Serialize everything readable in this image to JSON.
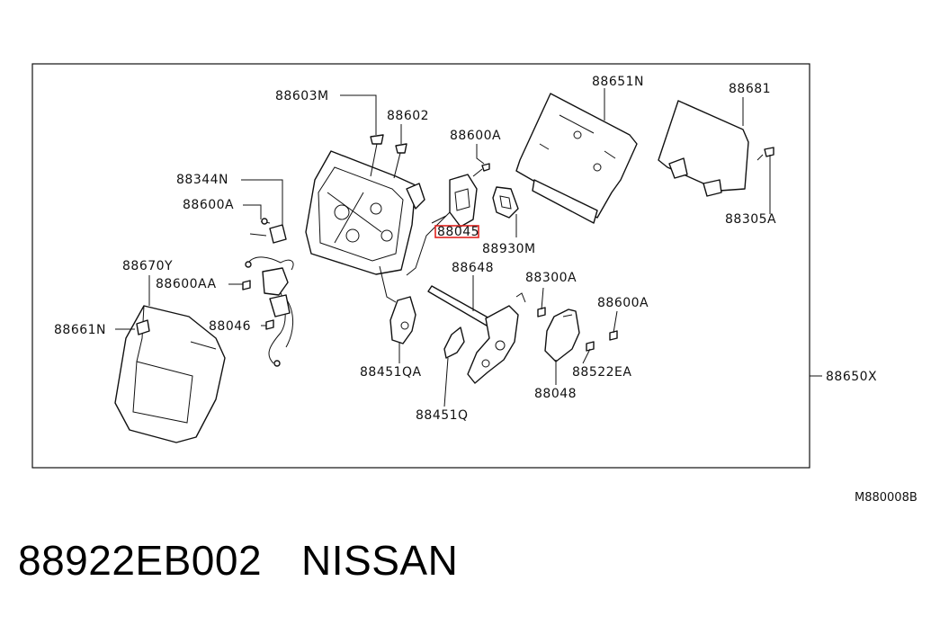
{
  "diagram": {
    "labels": {
      "p88603M": "88603M",
      "p88602": "88602",
      "p88600A_top": "88600A",
      "p88651N": "88651N",
      "p88681": "88681",
      "p88344N": "88344N",
      "p88600A_left": "88600A",
      "p88045": "88045",
      "p88930M": "88930M",
      "p88305A": "88305A",
      "p88670Y": "88670Y",
      "p88648": "88648",
      "p88600AA": "88600AA",
      "p88300A": "88300A",
      "p88600A_right": "88600A",
      "p88046": "88046",
      "p88661N": "88661N",
      "p88451QA": "88451QA",
      "p88522EA": "88522EA",
      "p88650X": "88650X",
      "p88048": "88048",
      "p88451Q": "88451Q"
    },
    "highlighted_part": "88045",
    "highlight_color": "#e0231f",
    "figure_code": "M880008B"
  },
  "caption": {
    "part_number": "88922EB002",
    "brand": "NISSAN"
  }
}
